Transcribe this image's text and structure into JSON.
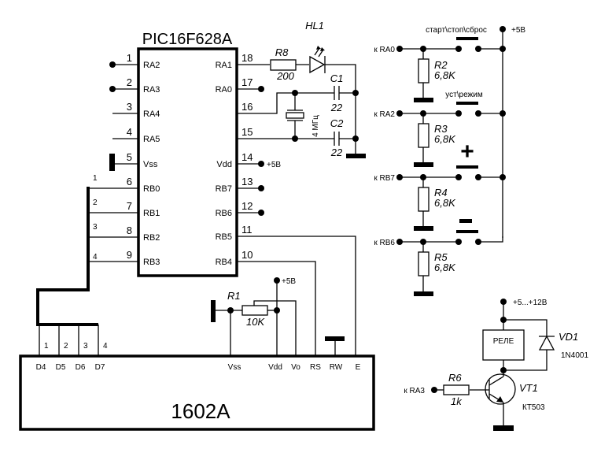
{
  "mcu": {
    "name": "PIC16F628A",
    "left_pins": [
      {
        "num": "1",
        "label": "RA2"
      },
      {
        "num": "2",
        "label": "RA3"
      },
      {
        "num": "3",
        "label": "RA4"
      },
      {
        "num": "4",
        "label": "RA5"
      },
      {
        "num": "5",
        "label": "Vss"
      },
      {
        "num": "6",
        "label": "RB0"
      },
      {
        "num": "7",
        "label": "RB1"
      },
      {
        "num": "8",
        "label": "RB2"
      },
      {
        "num": "9",
        "label": "RB3"
      }
    ],
    "right_pins": [
      {
        "num": "18",
        "label": "RA1"
      },
      {
        "num": "17",
        "label": "RA0"
      },
      {
        "num": "16",
        "label": ""
      },
      {
        "num": "15",
        "label": ""
      },
      {
        "num": "14",
        "label": "Vdd"
      },
      {
        "num": "13",
        "label": "RB7"
      },
      {
        "num": "12",
        "label": "RB6"
      },
      {
        "num": "11",
        "label": "RB5"
      },
      {
        "num": "10",
        "label": "RB4"
      }
    ],
    "vdd_supply": "+5B"
  },
  "bus": {
    "labels": [
      "1",
      "2",
      "3",
      "4"
    ]
  },
  "led": {
    "ref": "HL1"
  },
  "r8": {
    "ref": "R8",
    "value": "200"
  },
  "crystal": {
    "freq": "4 МГц"
  },
  "c1": {
    "ref": "C1",
    "value": "22"
  },
  "c2": {
    "ref": "C2",
    "value": "22"
  },
  "buttons": {
    "supply": "+5B",
    "rows": [
      {
        "net": "к RA0",
        "res_ref": "R2",
        "res_value": "6,8K",
        "button_label": "старт\\стоп\\сброс"
      },
      {
        "net": "к RA2",
        "res_ref": "R3",
        "res_value": "6,8K",
        "button_label": "уст\\режим"
      },
      {
        "net": "к RB7",
        "res_ref": "R4",
        "res_value": "6,8K",
        "button_label": "+"
      },
      {
        "net": "к RB6",
        "res_ref": "R5",
        "res_value": "6,8K",
        "button_label": "−"
      }
    ]
  },
  "contrast": {
    "ref": "R1",
    "value": "10K",
    "supply": "+5B"
  },
  "lcd": {
    "name": "1602A",
    "pins": [
      "D4",
      "D5",
      "D6",
      "D7",
      "Vss",
      "Vdd",
      "Vo",
      "RS",
      "RW",
      "E"
    ],
    "bus_numbers": [
      "1",
      "2",
      "3",
      "4"
    ]
  },
  "relay": {
    "supply": "+5...+12B",
    "relay_label": "РЕЛЕ",
    "diode_ref": "VD1",
    "diode_part": "1N4001",
    "transistor_ref": "VT1",
    "transistor_part": "КТ503",
    "base_res_ref": "R6",
    "base_res_value": "1k",
    "input_net": "к RA3"
  }
}
